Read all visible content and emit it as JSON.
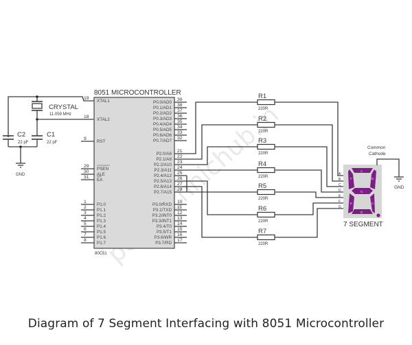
{
  "caption": "Diagram of 7 Segment Interfacing with 8051 Microcontroller",
  "watermark": "polytechnichub.in",
  "mcu": {
    "title": "8051 MICROCONTROLLER",
    "part": "80C51",
    "left_pins": [
      {
        "num": "19",
        "label": "XTAL1"
      },
      {
        "num": "18",
        "label": "XTAL2"
      },
      {
        "num": "9",
        "label": "RST"
      },
      {
        "num": "29",
        "label": "PSEN"
      },
      {
        "num": "30",
        "label": "ALE"
      },
      {
        "num": "31",
        "label": "EA"
      },
      {
        "num": "1",
        "label": "P1.0"
      },
      {
        "num": "2",
        "label": "P1.1"
      },
      {
        "num": "3",
        "label": "P1.2"
      },
      {
        "num": "4",
        "label": "P1.3"
      },
      {
        "num": "5",
        "label": "P1.4"
      },
      {
        "num": "6",
        "label": "P1.5"
      },
      {
        "num": "7",
        "label": "P1.6"
      },
      {
        "num": "8",
        "label": "P1.7"
      }
    ],
    "right_pins": [
      {
        "num": "39",
        "label": "P0.0/AD0"
      },
      {
        "num": "38",
        "label": "P0.1/AD1"
      },
      {
        "num": "37",
        "label": "P0.2/AD2"
      },
      {
        "num": "36",
        "label": "P0.3/AD3"
      },
      {
        "num": "35",
        "label": "P0.4/AD4"
      },
      {
        "num": "34",
        "label": "P0.5/AD5"
      },
      {
        "num": "33",
        "label": "P0.6/AD6"
      },
      {
        "num": "32",
        "label": "P0.7/AD7"
      },
      {
        "num": "21",
        "label": "P2.0/A8"
      },
      {
        "num": "22",
        "label": "P2.1/A9"
      },
      {
        "num": "23",
        "label": "P2.2/A10"
      },
      {
        "num": "24",
        "label": "P2.3/A11"
      },
      {
        "num": "25",
        "label": "P2.4/A12"
      },
      {
        "num": "26",
        "label": "P2.5/A13"
      },
      {
        "num": "27",
        "label": "P2.6/A14"
      },
      {
        "num": "28",
        "label": "P2.7/A15"
      },
      {
        "num": "10",
        "label": "P3.0/RXD"
      },
      {
        "num": "11",
        "label": "P3.1/TXD"
      },
      {
        "num": "12",
        "label": "P3.2/INT0"
      },
      {
        "num": "13",
        "label": "P3.3/INT1"
      },
      {
        "num": "14",
        "label": "P3.4/T0"
      },
      {
        "num": "15",
        "label": "P3.5/T1"
      },
      {
        "num": "16",
        "label": "P3.6/WR"
      },
      {
        "num": "17",
        "label": "P3.7/RD"
      }
    ]
  },
  "crystal": {
    "name": "CRYSTAL",
    "freq": "11.059 MHz"
  },
  "capacitors": [
    {
      "name": "C2",
      "value": "22 pF"
    },
    {
      "name": "C1",
      "value": "22 pF"
    }
  ],
  "gnd_label": "GND",
  "resistors": [
    {
      "name": "R1",
      "value": "220R"
    },
    {
      "name": "R2",
      "value": "220R"
    },
    {
      "name": "R3",
      "value": "220R"
    },
    {
      "name": "R4",
      "value": "220R"
    },
    {
      "name": "R5",
      "value": "220R"
    },
    {
      "name": "R6",
      "value": "220R"
    },
    {
      "name": "R7",
      "value": "220R"
    }
  ],
  "display": {
    "title": "7 SEGMENT",
    "common_label_1": "Common",
    "common_label_2": "Cathode",
    "gnd_label": "GND",
    "pins": [
      "A",
      "B",
      "C",
      "D",
      "E",
      "F",
      "G"
    ],
    "segments": [
      "A",
      "B",
      "C",
      "D",
      "E",
      "F",
      "G"
    ],
    "segment_color": "#7b1f84",
    "body_color": "#d6d6d6"
  }
}
